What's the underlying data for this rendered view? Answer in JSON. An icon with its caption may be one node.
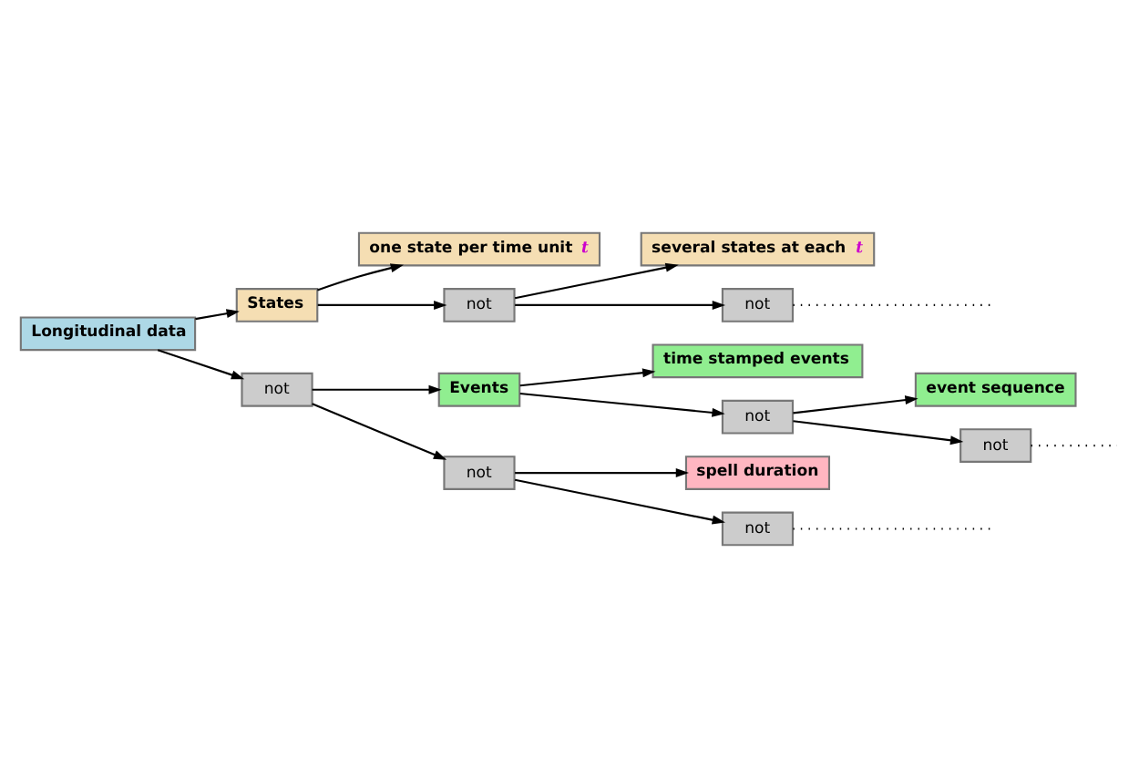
{
  "diagram": {
    "nodes": [
      {
        "text": [
          "Longitudinal data"
        ]
      },
      {
        "text": [
          "States"
        ]
      },
      {
        "text": [
          "one state per time unit *t*"
        ]
      },
      {
        "text": [
          "not"
        ]
      },
      {
        "text": [
          "several states at each *t*"
        ]
      },
      {
        "text": [
          "not"
        ]
      },
      {
        "text": [
          "not"
        ]
      },
      {
        "text": [
          "Events"
        ]
      },
      {
        "text": [
          "time stamped events"
        ]
      },
      {
        "text": [
          "not"
        ]
      },
      {
        "text": [
          "event sequence"
        ]
      },
      {
        "text": [
          "not"
        ]
      },
      {
        "text": [
          "not"
        ]
      },
      {
        "text": [
          "spell duration"
        ]
      },
      {
        "text": [
          "not"
        ]
      }
    ],
    "edges": [
      {
        "from": 0,
        "to": 1,
        "arrow": "to"
      },
      {
        "from": 0,
        "to": 6,
        "arrow": "to"
      },
      {
        "from": 1,
        "to": 2,
        "arrow": "to"
      },
      {
        "from": 1,
        "to": 3,
        "arrow": "to"
      },
      {
        "from": 3,
        "to": 4,
        "arrow": "to"
      },
      {
        "from": 3,
        "to": 5,
        "arrow": "to"
      },
      {
        "from": 5,
        "to": null,
        "arrow": "none",
        "style": "dashed"
      },
      {
        "from": 6,
        "to": 7,
        "arrow": "to"
      },
      {
        "from": 6,
        "to": 12,
        "arrow": "to"
      },
      {
        "from": 7,
        "to": 8,
        "arrow": "to"
      },
      {
        "from": 7,
        "to": 9,
        "arrow": "to"
      },
      {
        "from": 9,
        "to": 10,
        "arrow": "to"
      },
      {
        "from": 9,
        "to": 11,
        "arrow": "to"
      },
      {
        "from": 11,
        "to": null,
        "arrow": "none",
        "style": "dashed"
      },
      {
        "from": 12,
        "to": 13,
        "arrow": "to"
      },
      {
        "from": 12,
        "to": 14,
        "arrow": "to"
      },
      {
        "from": 14,
        "to": null,
        "arrow": "none",
        "style": "dashed"
      }
    ]
  }
}
